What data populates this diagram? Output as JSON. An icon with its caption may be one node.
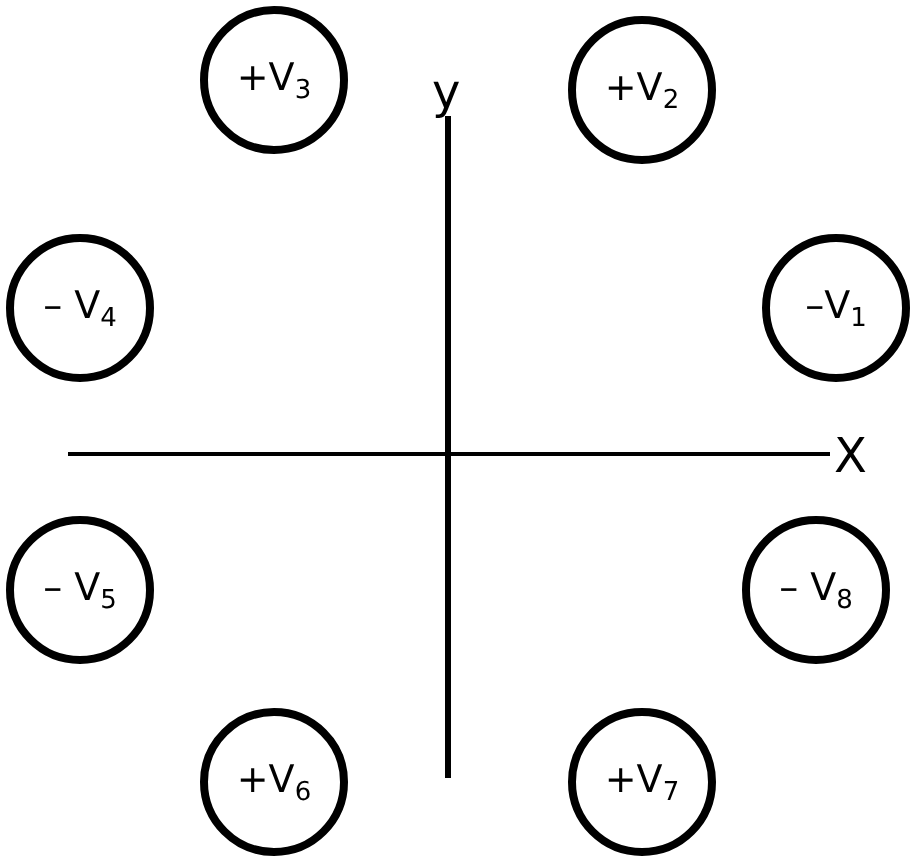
{
  "diagram": {
    "nodes": [
      {
        "text": [
          "+V$_{3}$"
        ]
      },
      {
        "text": [
          "+V$_{2}$"
        ]
      },
      {
        "text": [
          "– V$_{4}$"
        ]
      },
      {
        "text": [
          "–V$_{1}$"
        ]
      },
      {
        "text": [
          "– V$_{5}$"
        ]
      },
      {
        "text": [
          "– V$_{8}$"
        ]
      },
      {
        "text": [
          "+V$_{6}$"
        ]
      },
      {
        "text": [
          "+V$_{7}$"
        ]
      }
    ],
    "labels": [
      "y",
      "X"
    ]
  }
}
